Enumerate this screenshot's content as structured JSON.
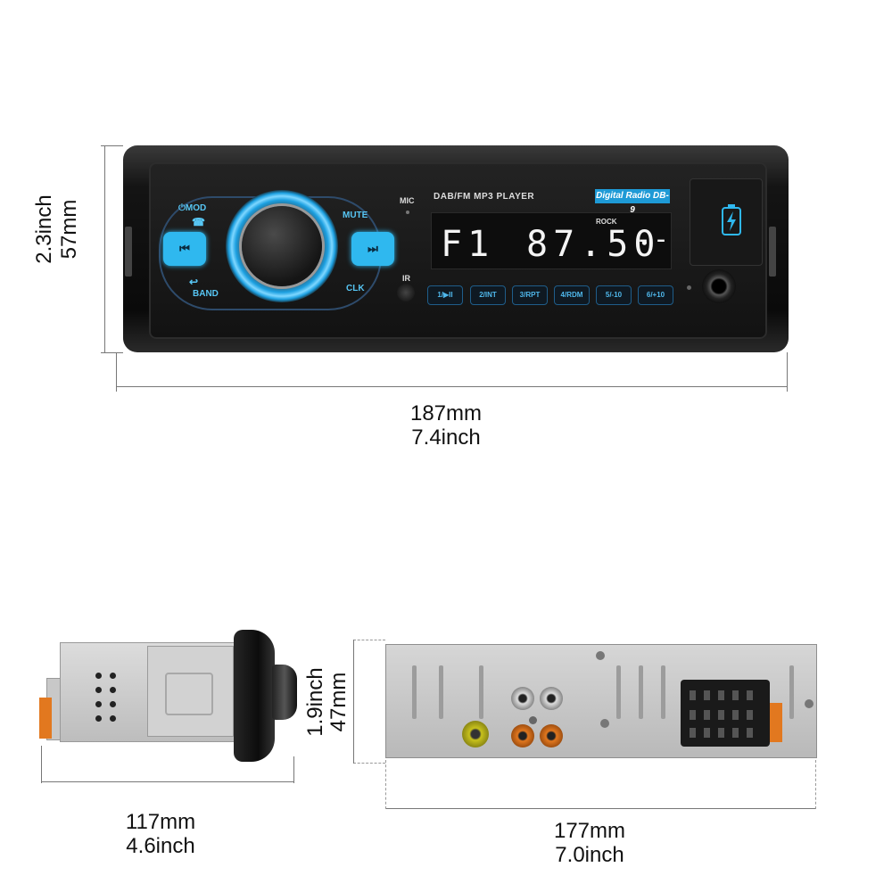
{
  "dimensions": {
    "front_width_mm": "187mm",
    "front_width_in": "7.4inch",
    "front_height_in": "2.3inch",
    "front_height_mm": "57mm",
    "side_depth_mm": "117mm",
    "side_depth_in": "4.6inch",
    "back_height_in": "1.9inch",
    "back_height_mm": "47mm",
    "back_width_mm": "177mm",
    "back_width_in": "7.0inch"
  },
  "front_panel": {
    "mod_label": "⏻MOD",
    "mute_label": "MUTE",
    "band_label": "BAND",
    "clk_label": "CLK",
    "prev_button": "⏮",
    "next_button": "⏭",
    "mic_label": "MIC",
    "ir_label": "IR",
    "title": "DAB/FM MP3  PLAYER",
    "badge": "Digital Radio DB-9",
    "lcd_band": "F1",
    "lcd_freq": "87.50",
    "lcd_mode": "ROCK",
    "presets": [
      "1/▶II",
      "2/INT",
      "3/RPT",
      "4/RDM",
      "5/-10",
      "6/+10"
    ]
  },
  "colors": {
    "accent_blue": "#2fb8ef",
    "connector_orange": "#e2781f",
    "rca_yellow": "#c8c21c"
  }
}
